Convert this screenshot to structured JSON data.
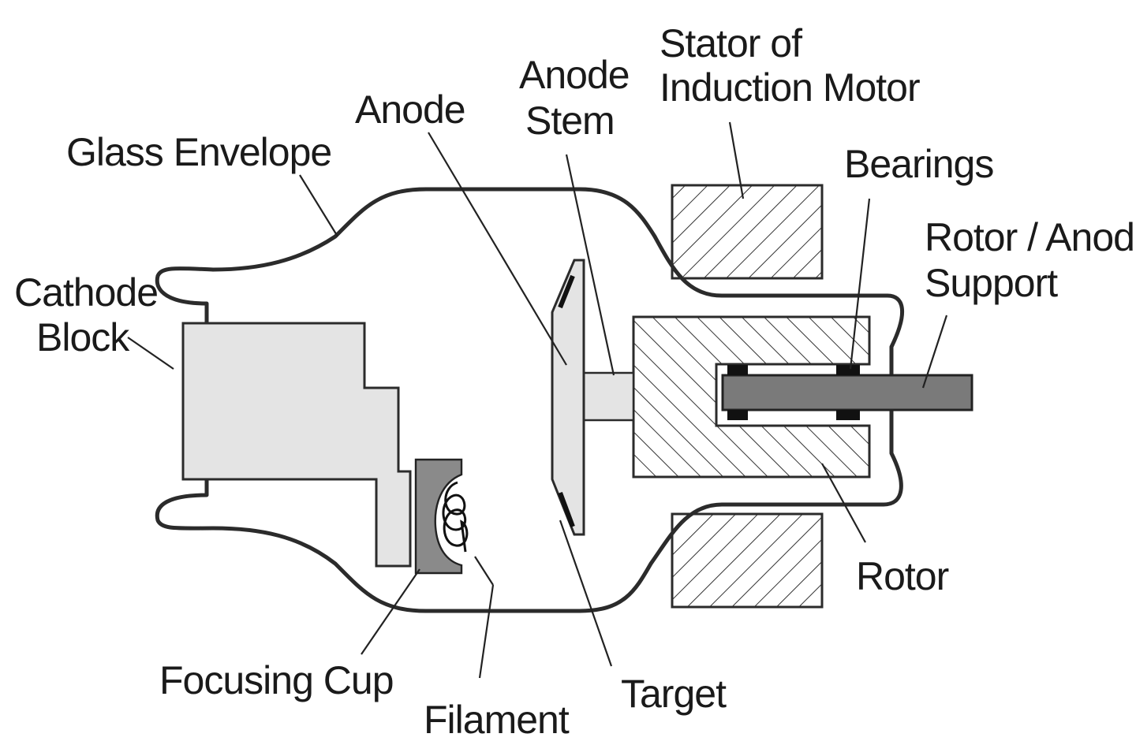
{
  "labels": {
    "glass_envelope": "Glass Envelope",
    "anode": "Anode",
    "anode_stem_line1": "Anode",
    "anode_stem_line2": "Stem",
    "stator_line1": "Stator of",
    "stator_line2": "Induction Motor",
    "bearings": "Bearings",
    "rotor_support_line1": "Rotor / Anode",
    "rotor_support_line2": "Support",
    "cathode_line1": "Cathode",
    "cathode_line2": "Block",
    "rotor": "Rotor",
    "focusing_cup": "Focusing Cup",
    "filament": "Filament",
    "target": "Target"
  },
  "colors": {
    "line": "#2b2b2b",
    "light_fill": "#e4e4e4",
    "dark_fill": "#8a8a8a",
    "rod_fill": "#7a7a7a",
    "hatch": "#333333",
    "background": "#ffffff"
  }
}
